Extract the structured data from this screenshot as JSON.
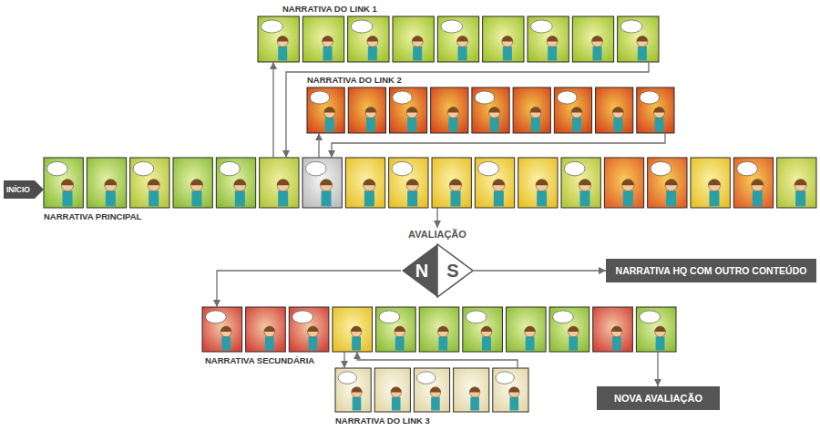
{
  "diagram": {
    "nodes": [
      {
        "text": [
          "NARRATIVA DO LINK 1"
        ]
      },
      {
        "text": [
          "NARRATIVA DO LINK 2"
        ]
      },
      {
        "text": [
          "INÍCIO"
        ]
      },
      {
        "text": [
          "NARRATIVA PRINCIPAL"
        ]
      },
      {
        "text": [
          "AVALIAÇÃO",
          "N",
          "S"
        ]
      },
      {
        "text": [
          "NARRATIVA HQ COM OUTRO CONTEÚDO"
        ]
      },
      {
        "text": [
          "NARRATIVA SECUNDÁRIA"
        ]
      },
      {
        "text": [
          "NARRATIVA DO LINK 3"
        ]
      },
      {
        "text": [
          "NOVA AVALIAÇÃO"
        ]
      }
    ],
    "edges": [
      {
        "from": 3,
        "to": 0,
        "arrow": "to"
      },
      {
        "from": 0,
        "to": 3,
        "arrow": "to"
      },
      {
        "from": 3,
        "to": 1,
        "arrow": "to"
      },
      {
        "from": 1,
        "to": 3,
        "arrow": "to"
      },
      {
        "from": 3,
        "to": 4,
        "arrow": "to"
      },
      {
        "from": 4,
        "to": 5,
        "arrow": "to"
      },
      {
        "from": 4,
        "to": 6,
        "arrow": "to"
      },
      {
        "from": 6,
        "to": 7,
        "arrow": "to"
      },
      {
        "from": 7,
        "to": 6,
        "arrow": "to"
      },
      {
        "from": 6,
        "to": 8,
        "arrow": "to"
      }
    ]
  }
}
